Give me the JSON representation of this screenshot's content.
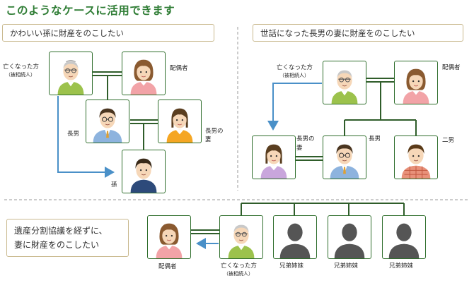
{
  "title": "このようなケースに活用できます",
  "panel_a": {
    "heading": "かわいい孫に財産をのこしたい",
    "labels": {
      "deceased": "亡くなった方",
      "deceased_sub": "（被相続人）",
      "spouse": "配偶者",
      "eldest_son": "長男",
      "eldest_son_wife_1": "長男の",
      "eldest_son_wife_2": "妻",
      "grandchild": "孫"
    }
  },
  "panel_b": {
    "heading": "世話になった長男の妻に財産をのこしたい",
    "labels": {
      "deceased": "亡くなった方",
      "deceased_sub": "（被相続人）",
      "spouse": "配偶者",
      "eldest_son_wife_1": "長男の",
      "eldest_son_wife_2": "妻",
      "eldest_son": "長男",
      "second_son": "二男"
    }
  },
  "panel_c": {
    "heading_line1": "遺産分割協議を経ずに、",
    "heading_line2": "妻に財産をのこしたい",
    "labels": {
      "spouse": "配偶者",
      "deceased": "亡くなった方",
      "deceased_sub": "（被相続人）",
      "sibling_1": "兄弟姉妹",
      "sibling_2": "兄弟姉妹",
      "sibling_3": "兄弟姉妹"
    }
  },
  "colors": {
    "title": "#2f7d35",
    "frame": "#2f6e2c",
    "arrow": "#4a90c8",
    "divider": "#9a9a9a"
  }
}
